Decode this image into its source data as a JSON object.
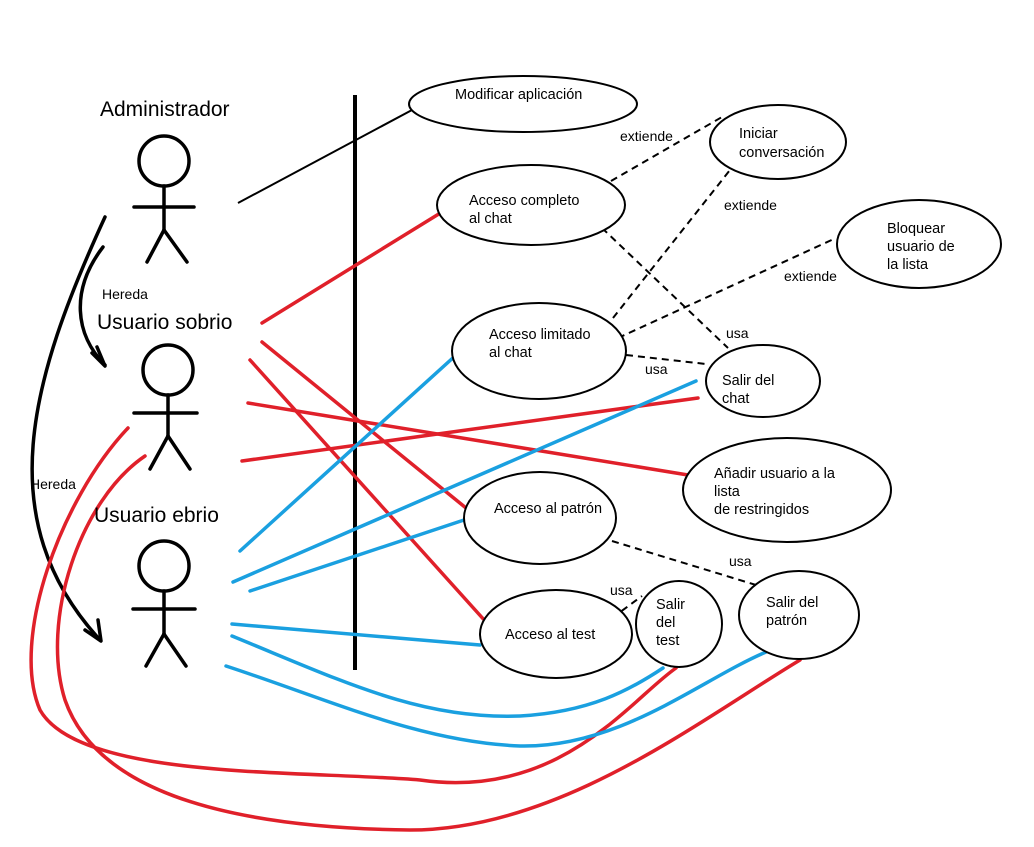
{
  "colors": {
    "admin_link": "#000000",
    "sober_link": "#e0202a",
    "drunk_link": "#1aa0e0",
    "background": "#ffffff"
  },
  "actors": {
    "admin": "Administrador",
    "sober": "Usuario sobrio",
    "drunk": "Usuario ebrio"
  },
  "inheritance": {
    "label_1": "Hereda",
    "label_2": "Hereda"
  },
  "use_cases": {
    "modificar": [
      "Modificar aplicación"
    ],
    "iniciar": [
      "Iniciar",
      "conversación"
    ],
    "acceso_completo": [
      "Acceso completo",
      "al chat"
    ],
    "bloquear": [
      "Bloquear",
      "usuario de",
      "la lista"
    ],
    "acceso_limitado": [
      "Acceso limitado",
      "al chat"
    ],
    "salir_chat": [
      "Salir del",
      "chat"
    ],
    "anadir": [
      "Añadir usuario a la",
      "lista",
      "de restringidos"
    ],
    "acceso_patron": [
      "Acceso al patrón"
    ],
    "acceso_test": [
      "Acceso al test"
    ],
    "salir_test": [
      "Salir",
      "del",
      "test"
    ],
    "salir_patron": [
      "Salir del",
      "patrón"
    ]
  },
  "relations": {
    "extiende_1": "extiende",
    "extiende_2": "extiende",
    "extiende_3": "extiende",
    "usa_1": "usa",
    "usa_2": "usa",
    "usa_3": "usa",
    "usa_4": "usa"
  }
}
